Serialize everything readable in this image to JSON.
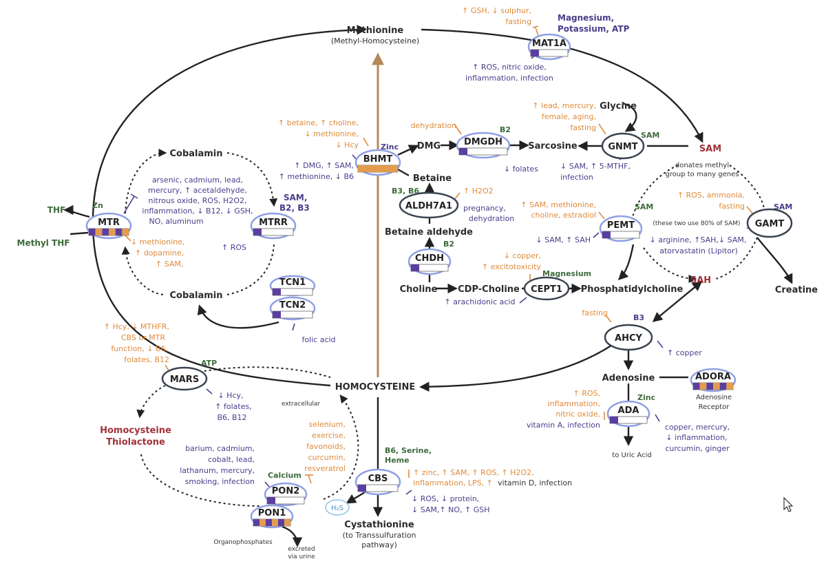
{
  "metabolites": {
    "methionine": "Methionine",
    "methyl_homocysteine": "(Methyl-Homocysteine)",
    "homocysteine": "HOMOCYSTEINE",
    "cobalamin_top": "Cobalamin",
    "cobalamin_bottom": "Cobalamin",
    "thf": "THF",
    "methyl_thf": "Methyl THF",
    "dmg": "DMG",
    "sarcosine": "Sarcosine",
    "glycine": "Glycine",
    "sam": "SAM",
    "sam_note": [
      "donates methyl",
      "group to many genes"
    ],
    "betaine": "Betaine",
    "betaine_aldehyde": "Betaine aldehyde",
    "choline": "Choline",
    "cdp_choline": "CDP-Choline",
    "phosphatidylcholine": "Phosphatidylcholine",
    "sah": "SAH",
    "creatine": "Creatine",
    "adenosine": "Adenosine",
    "to_uric_acid": "to Uric Acid",
    "adenosine_receptor": [
      "Adenosine",
      "Receptor"
    ],
    "homocysteine_thiolactone": [
      "Homocysteine",
      "Thiolactone"
    ],
    "cystathionine": "Cystathionine",
    "transsulfuration": [
      "(to Transsulfuration",
      "pathway)"
    ],
    "h2s": "H₂S",
    "extracellular": "extracellular",
    "organophosphates": "Organophosphates",
    "excreted": [
      "excreted",
      "via urine"
    ],
    "gamt_note": "(these two use 80% of SAM)"
  },
  "enzymes": {
    "mat1a": "MAT1A",
    "mtr": "MTR",
    "mtrr": "MTRR",
    "bhmt": "BHMT",
    "dmgdh": "DMGDH",
    "gnmt": "GNMT",
    "aldh7a1": "ALDH7A1",
    "chdh": "CHDH",
    "pemt": "PEMT",
    "gamt": "GAMT",
    "cept1": "CEPT1",
    "tcn1": "TCN1",
    "tcn2": "TCN2",
    "ahcy": "AHCY",
    "adora": "ADORA",
    "ada": "ADA",
    "mars": "MARS",
    "cbs": "CBS",
    "pon2": "PON2",
    "pon1": "PON1"
  },
  "cofactors": {
    "mat1a": [
      "Magnesium,",
      "Potassium, ATP"
    ],
    "mtr_zn": "Zn",
    "mtrr": [
      "SAM,",
      "B2, B3"
    ],
    "bhmt_zinc": "Zinc",
    "dmgdh_b2": "B2",
    "gnmt_sam": "SAM",
    "aldh7a1": "B3, B6",
    "chdh_b2": "B2",
    "pemt_sam": "SAM",
    "gamt_sam": "SAM",
    "cept1_mg": "Magnesium",
    "ahcy_b3": "B3",
    "ada_zinc": "Zinc",
    "mars_atp": "ATP",
    "cbs": [
      "B6, Serine,",
      "Heme"
    ],
    "pon2_calcium": "Calcium"
  },
  "modifiers": {
    "mat1a_up": [
      "↑ GSH, ↓ sulphur,",
      "fasting"
    ],
    "mat1a_down": [
      "↑ ROS, nitric oxide,",
      "inflammation, infection"
    ],
    "mtr_inhib": [
      "arsenic, cadmium, lead,",
      "mercury, ↑ acetaldehyde,",
      "nitrous oxide, ROS, H2O2,",
      "inflammation, ↓ B12, ↓ GSH,",
      "NO, aluminum"
    ],
    "mtr_up": [
      "↓ methionine,",
      "↑ dopamine,",
      "↑ SAM,"
    ],
    "mtrr_down": "↑ ROS",
    "bhmt_up": [
      "↑ betaine, ↑ choline,",
      "↓ methionine,",
      "↓ Hcy"
    ],
    "bhmt_down": [
      "↑ DMG, ↑ SAM,",
      "↑ methionine, ↓ B6"
    ],
    "dmgdh_up": "dehydration",
    "dmgdh_down": "↓ folates",
    "gnmt_up": [
      "↑ lead, mercury,",
      "female, aging,",
      "fasting"
    ],
    "gnmt_down": [
      "↓ SAM, ↑ 5-MTHF,",
      "infection"
    ],
    "aldh7a1_up": "↑ H2O2",
    "aldh7a1_down": [
      "pregnancy,",
      "dehydration"
    ],
    "pemt_up": [
      "↑ SAM, methionine,",
      "choline, estradiol"
    ],
    "pemt_down": "↓ SAM, ↑ SAH",
    "gamt_up": [
      "↑ ROS, ammonia,",
      "fasting"
    ],
    "gamt_down": [
      "↓ arginine, ↑SAH,↓ SAM,",
      "atorvastatin (Lipitor)"
    ],
    "cept1_up": [
      "↓ copper,",
      "↑ excitotoxicity"
    ],
    "cept1_down": "↑ arachidonic acid",
    "tcn2_down": "folic acid",
    "ahcy_up": "fasting",
    "ahcy_down": "↑ copper",
    "ada_up": [
      "↑ ROS,",
      "inflammation,",
      "nitric oxide,",
      "vitamin A, infection"
    ],
    "ada_down": [
      "copper, mercury,",
      "↓ inflammation,",
      "curcumin, ginger"
    ],
    "mars_up": [
      "↑ Hcy, ↓ MTHFR,",
      "CBS or MTR",
      "function, ↓ B6,",
      "folates, B12"
    ],
    "mars_down": [
      "↓ Hcy,",
      "↑ folates,",
      "B6, B12"
    ],
    "cbs_up": [
      "↑ zinc, ↑ SAM, ↑ ROS, ↑ H2O2,",
      "inflammation, LPS, ↑"
    ],
    "cbs_up_tail": "vitamin D, infection",
    "cbs_down": [
      "↓ ROS, ↓ protein,",
      "↓ SAM,↑ NO, ↑ GSH"
    ],
    "pon_up": [
      "selenium,",
      "exercise,",
      "favonoids,",
      "curcumin,",
      "resveratrol"
    ],
    "pon_down": [
      "barium, cadmium,",
      "cobalt, lead,",
      "lathanum, mercury,",
      "smoking, infection"
    ]
  },
  "colors": {
    "enzyme_border": "#8f9fe3",
    "gene_purple": "#5b3fa0",
    "gene_orange": "#e39b4e",
    "arrow_tan": "#b48a5a",
    "activator": "#e08a3a",
    "inhibitor": "#4b3c8c",
    "cofactor_green": "#3d6b3a",
    "highlight_red": "#a2323a"
  }
}
